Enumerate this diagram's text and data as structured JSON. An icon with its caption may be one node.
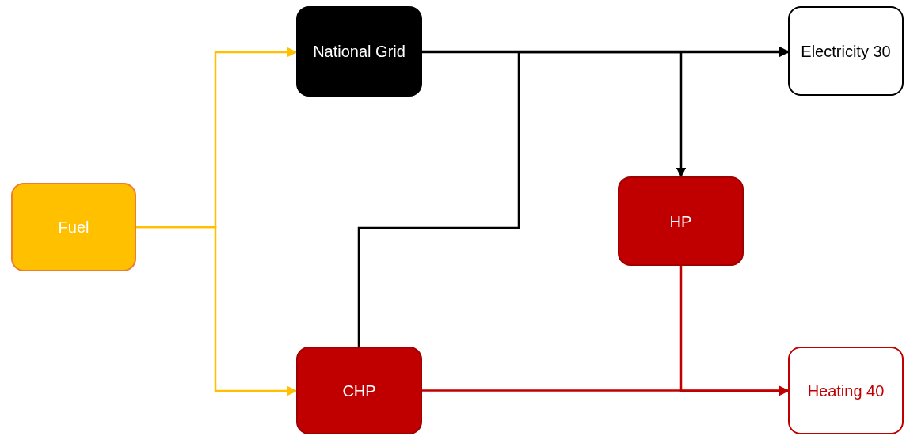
{
  "diagram": {
    "nodes": [
      {
        "text": [
          "Fuel"
        ]
      },
      {
        "text": [
          "National Grid"
        ]
      },
      {
        "text": [
          "CHP"
        ]
      },
      {
        "text": [
          "HP"
        ]
      },
      {
        "text": [
          "Electricity 30"
        ]
      },
      {
        "text": [
          "Heating 40"
        ]
      }
    ],
    "edges": [
      {
        "from": 0,
        "to": 1,
        "arrow": "to",
        "color": "#ffc000"
      },
      {
        "from": 0,
        "to": 2,
        "arrow": "to",
        "color": "#ffc000"
      },
      {
        "from": 1,
        "to": 4,
        "arrow": "to",
        "color": "#000000"
      },
      {
        "from": 2,
        "to": 4,
        "arrow": "to",
        "color": "#000000"
      },
      {
        "from": 1,
        "to": 3,
        "arrow": "to",
        "color": "#000000"
      },
      {
        "from": 2,
        "to": 5,
        "arrow": "to",
        "color": "#c00000"
      },
      {
        "from": 3,
        "to": 5,
        "arrow": "to",
        "color": "#c00000"
      }
    ]
  }
}
